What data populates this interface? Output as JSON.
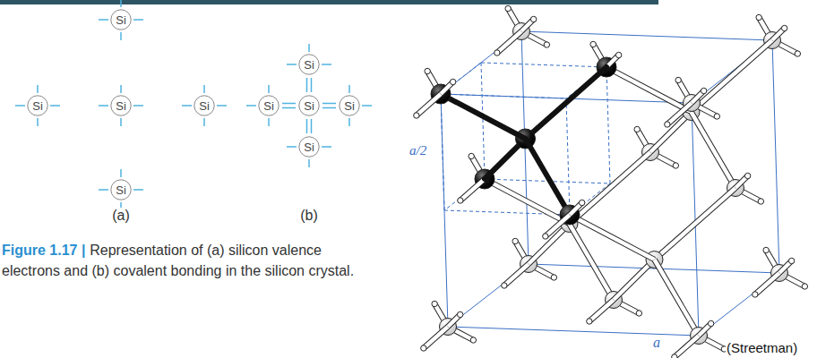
{
  "diagram": {
    "caption": "Representation of (a) silicon valence electrons and (b) covalent bonding in the silicon crystal.",
    "nodes": [
      {
        "text": [
          "Si"
        ]
      },
      {
        "text": [
          "Si"
        ]
      },
      {
        "text": [
          "Si"
        ]
      },
      {
        "text": [
          "Si"
        ]
      },
      {
        "text": [
          "Si"
        ]
      },
      {
        "text": [
          "Si"
        ]
      },
      {
        "text": [
          "Si"
        ]
      },
      {
        "text": [
          "Si"
        ]
      },
      {
        "text": [
          "Si"
        ]
      },
      {
        "text": [
          "Si"
        ]
      }
    ],
    "edges": [
      {
        "from": 7,
        "to": 5,
        "arrow": "none"
      },
      {
        "from": 7,
        "to": 6,
        "arrow": "none"
      },
      {
        "from": 7,
        "to": 8,
        "arrow": "none"
      },
      {
        "from": 7,
        "to": 9,
        "arrow": "none"
      }
    ],
    "labels": [
      "a/2",
      "(a)",
      "(b)",
      "Figure 1.17 |",
      "a",
      "(Streetman)"
    ]
  }
}
